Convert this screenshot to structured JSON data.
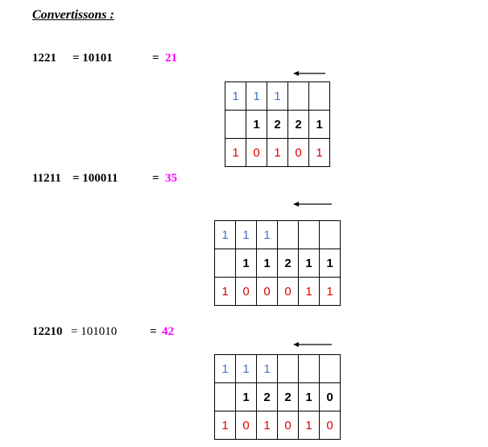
{
  "title": "Convertissons :",
  "conversions": [
    {
      "lhs": "1221",
      "eq1": "= 10101",
      "eq2": "= ",
      "result": "21",
      "carry": [
        "1",
        "1",
        "1",
        "",
        ""
      ],
      "digits": [
        "",
        "1",
        "2",
        "2",
        "1"
      ],
      "binary": [
        "1",
        "0",
        "1",
        "0",
        "1"
      ]
    },
    {
      "lhs": "11211",
      "eq1": "= 100011",
      "eq2": "= ",
      "result": "35",
      "carry": [
        "1",
        "1",
        "1",
        "",
        "",
        ""
      ],
      "digits": [
        "",
        "1",
        "1",
        "2",
        "1",
        "1"
      ],
      "binary": [
        "1",
        "0",
        "0",
        "0",
        "1",
        "1"
      ]
    },
    {
      "lhs": "12210",
      "eq1": "= 101010",
      "eq2": "= ",
      "result": "42",
      "carry": [
        "1",
        "1",
        "1",
        "",
        "",
        ""
      ],
      "digits": [
        "",
        "1",
        "2",
        "2",
        "1",
        "0"
      ],
      "binary": [
        "1",
        "0",
        "1",
        "0",
        "1",
        "0"
      ]
    }
  ]
}
